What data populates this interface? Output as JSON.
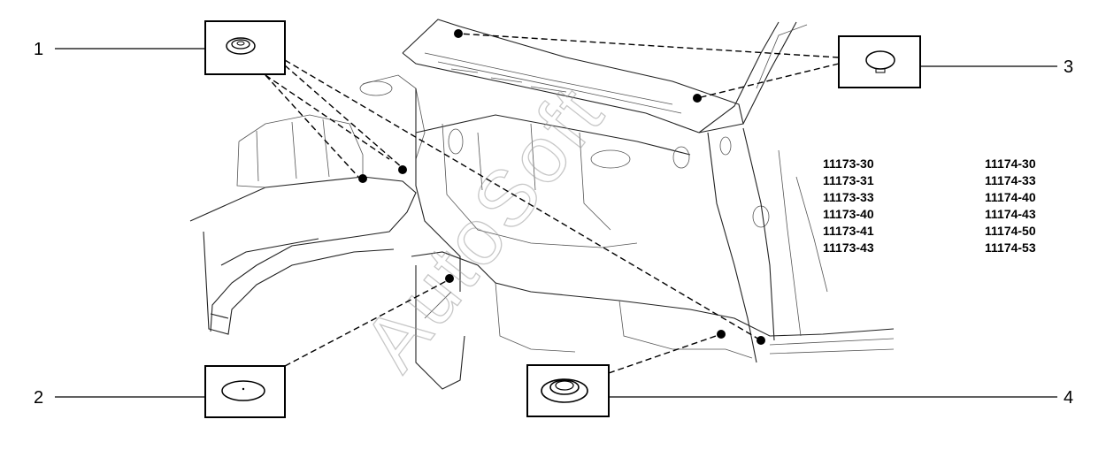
{
  "callouts": [
    {
      "num": "1",
      "part": "plug-with-hole"
    },
    {
      "num": "2",
      "part": "flat-plug"
    },
    {
      "num": "3",
      "part": "dome-plug"
    },
    {
      "num": "4",
      "part": "grommet"
    }
  ],
  "part_codes": {
    "left_column": [
      "11173-30",
      "11173-31",
      "11173-33",
      "11173-40",
      "11173-41",
      "11173-43"
    ],
    "right_column": [
      "11174-30",
      "11174-33",
      "11174-40",
      "11174-43",
      "11174-50",
      "11174-53"
    ]
  },
  "watermark": "AutoSoft",
  "colors": {
    "line": "#000000",
    "background": "#ffffff",
    "watermark": "#9a9a9a"
  }
}
